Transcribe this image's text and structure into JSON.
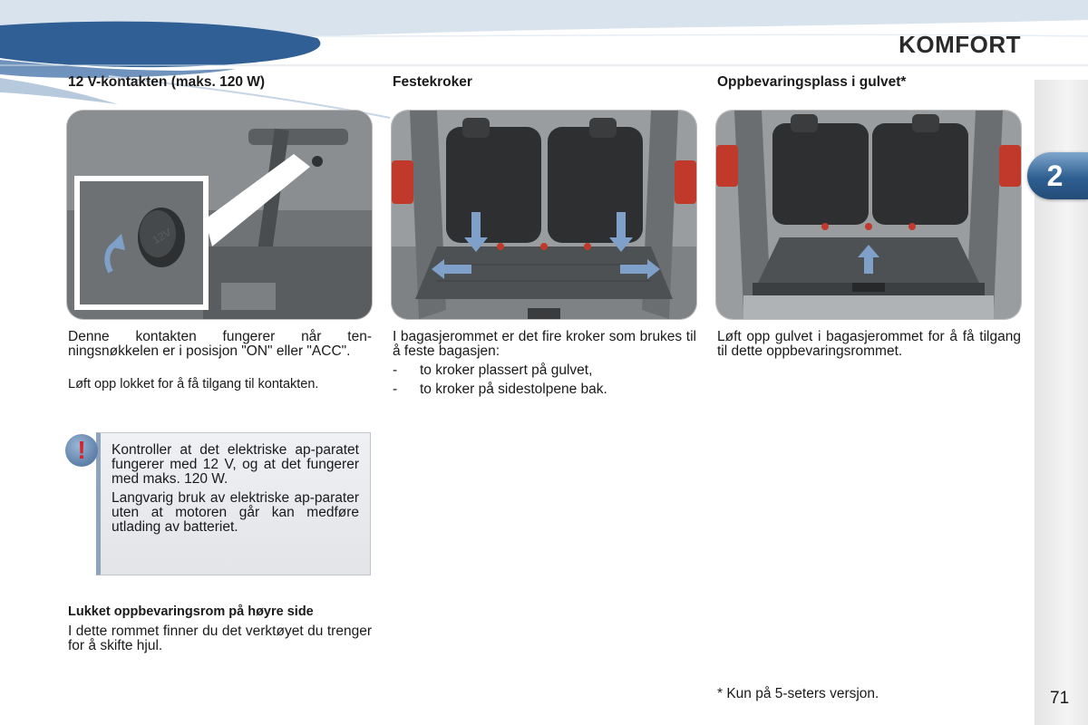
{
  "header": {
    "section_title": "KOMFORT",
    "chapter_number": "2",
    "accent_color": "#3a6ea5"
  },
  "col1": {
    "heading": "12 V-kontakten (maks. 120 W)",
    "para1": "Denne kontakten fungerer når ten-ningsnøkkelen er i posisjon \"ON\" eller \"ACC\".",
    "para2": "Løft opp lokket for å få tilgang til kontakten.",
    "photo_socket_label": "12V",
    "warning": {
      "icon": "exclamation-icon",
      "text1": "Kontroller at det elektriske ap-paratet fungerer med 12 V, og at det fungerer med maks. 120 W.",
      "text2": "Langvarig bruk av elektriske ap-parater uten at motoren går kan medføre utlading av batteriet."
    },
    "subheading": "Lukket oppbevaringsrom på høyre side",
    "para3": "I dette rommet finner du det verktøyet du trenger for å skifte hjul."
  },
  "col2": {
    "heading": "Festekroker",
    "para1": "I bagasjerommet er det fire kroker som brukes til å feste bagasjen:",
    "list": [
      {
        "dash": "-",
        "text": "to kroker plassert på gulvet,"
      },
      {
        "dash": "-",
        "text": "to kroker på sidestolpene bak."
      }
    ]
  },
  "col3": {
    "heading": "Oppbevaringsplass i gulvet*",
    "para1": "Løft opp gulvet i bagasjerommet for å få tilgang til dette oppbevaringsrommet."
  },
  "footer": {
    "footnote": "* Kun på 5-seters versjon.",
    "page_number": "71"
  }
}
